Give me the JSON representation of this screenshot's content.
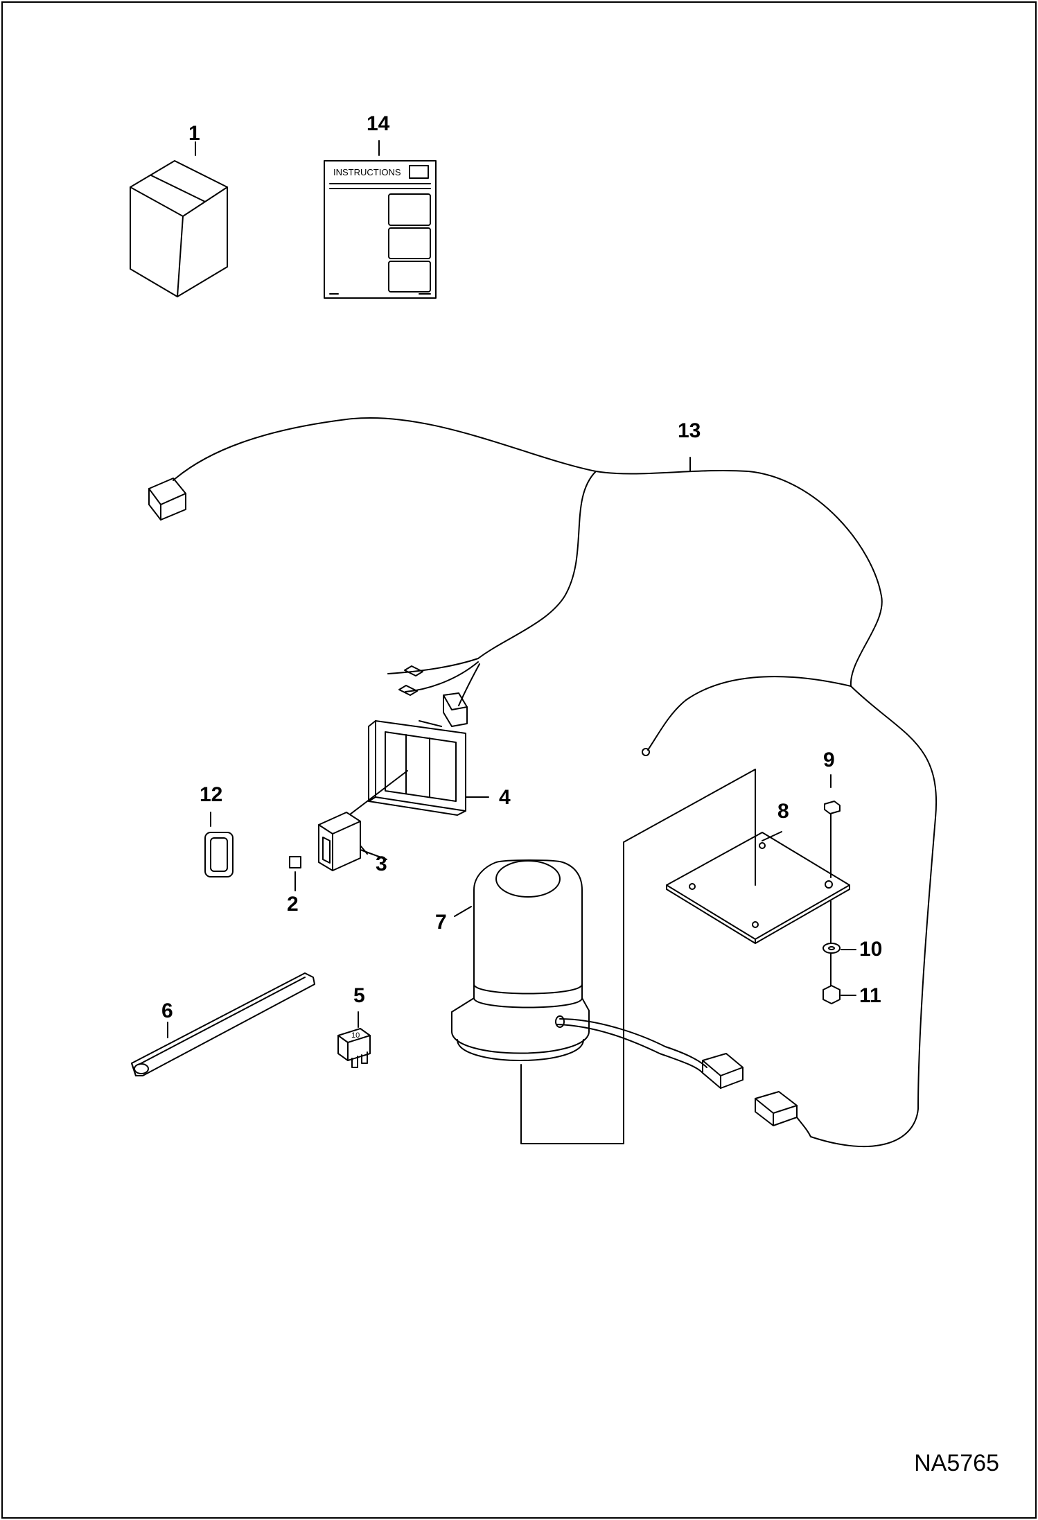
{
  "drawing_id": "NA5765",
  "instruction_sheet": {
    "heading": "INSTRUCTIONS"
  },
  "fuse_rating": "10",
  "callouts": [
    {
      "id": "1",
      "part": "box"
    },
    {
      "id": "2",
      "part": "decal"
    },
    {
      "id": "3",
      "part": "rocker-switch"
    },
    {
      "id": "4",
      "part": "switch-bezel"
    },
    {
      "id": "5",
      "part": "fuse"
    },
    {
      "id": "6",
      "part": "edge-trim"
    },
    {
      "id": "7",
      "part": "beacon-light"
    },
    {
      "id": "8",
      "part": "mounting-plate"
    },
    {
      "id": "9",
      "part": "bolt"
    },
    {
      "id": "10",
      "part": "washer"
    },
    {
      "id": "11",
      "part": "nut"
    },
    {
      "id": "12",
      "part": "switch-plug"
    },
    {
      "id": "13",
      "part": "wire-harness"
    },
    {
      "id": "14",
      "part": "instructions"
    }
  ],
  "colors": {
    "line": "#000000",
    "background": "#ffffff"
  }
}
